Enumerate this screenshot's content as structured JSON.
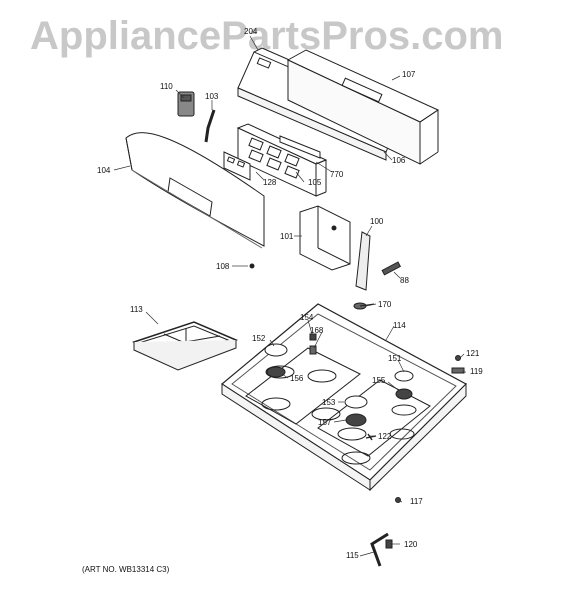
{
  "watermark": "AppliancePartsPros.com",
  "art_number": "(ART NO. WB13314 C3)",
  "labels": {
    "p204": "204",
    "p107": "107",
    "p110": "110",
    "p103": "103",
    "p104": "104",
    "p128": "128",
    "p105": "105",
    "p770": "770",
    "p106": "106",
    "p101": "101",
    "p100": "100",
    "p108": "108",
    "p88": "88",
    "p113": "113",
    "p170": "170",
    "p154": "154",
    "p114": "114",
    "p152": "152",
    "p168": "168",
    "p151": "151",
    "p121": "121",
    "p156": "156",
    "p155": "155",
    "p119": "119",
    "p153": "153",
    "p157": "157",
    "p122": "122",
    "p117": "117",
    "p115": "115",
    "p120": "120"
  }
}
